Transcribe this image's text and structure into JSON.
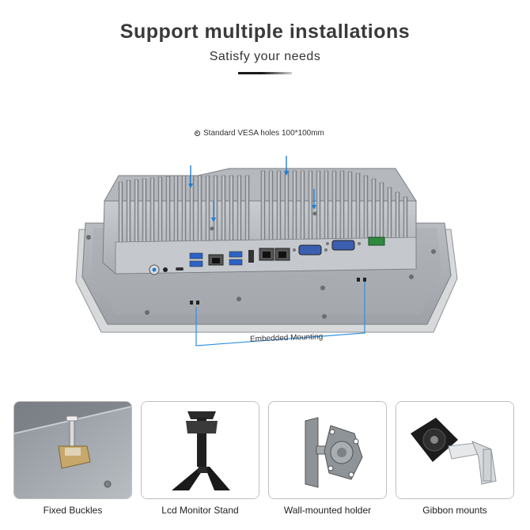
{
  "header": {
    "title": "Support multiple installations",
    "subtitle": "Satisfy your needs"
  },
  "main": {
    "vesa_note": "Standard VESA holes 100*100mm",
    "embedded_label": "Embedded Mounting"
  },
  "options": [
    {
      "label": "Fixed Buckles"
    },
    {
      "label": "Lcd Monitor Stand"
    },
    {
      "label": "Wall-mounted holder"
    },
    {
      "label": "Gibbon mounts"
    }
  ],
  "colors": {
    "arrow": "#1e7fd8",
    "bracket": "#2f8fe0",
    "title": "#3a3a3a"
  }
}
